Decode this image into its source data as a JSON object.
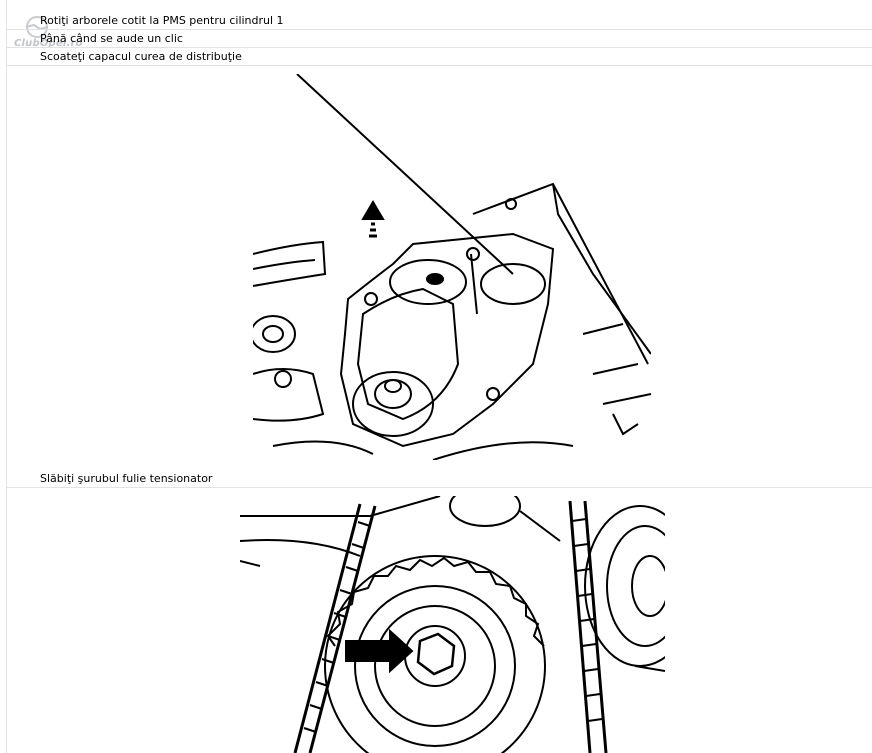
{
  "watermark": {
    "text": "ClubOpel.ro",
    "icon": "opel-logo-icon"
  },
  "steps": [
    {
      "text": "Rotiţi arborele cotit la PMS pentru cilindrul 1"
    },
    {
      "text": "Până când se aude un clic"
    },
    {
      "text": "Scoateţi capacul curea de distribuţie"
    },
    {
      "text": "Slăbiţi şurubul fulie tensionator"
    }
  ],
  "figures": [
    {
      "icon": "timing-cover-removal-illustration"
    },
    {
      "icon": "tensioner-pulley-bolt-illustration"
    }
  ]
}
